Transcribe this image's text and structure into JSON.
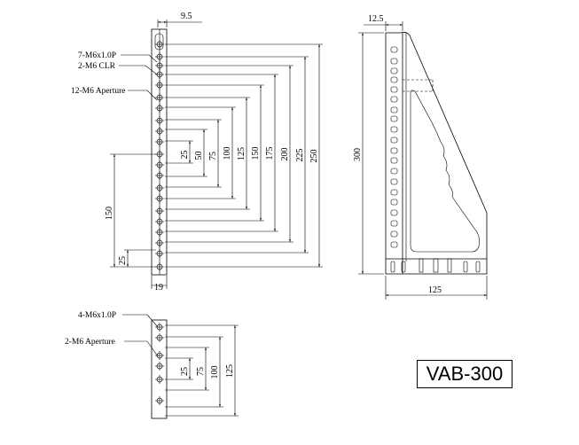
{
  "model": "VAB-300",
  "front_view": {
    "top_width": "9.5",
    "bottom_width": "19",
    "callouts": [
      "7-M6x1.0P",
      "2-M6 CLR",
      "12-M6 Aperture"
    ],
    "spacing_dims": [
      "25",
      "50",
      "75",
      "100",
      "125",
      "150",
      "175",
      "200",
      "225",
      "250"
    ],
    "left_dim_150": "150",
    "left_dim_25": "25"
  },
  "side_view": {
    "top_width": "12.5",
    "height": "300",
    "base_width": "125"
  },
  "base_view": {
    "callouts": [
      "4-M6x1.0P",
      "2-M6 Aperture"
    ],
    "spacing_dims": [
      "25",
      "75",
      "100",
      "125"
    ]
  }
}
